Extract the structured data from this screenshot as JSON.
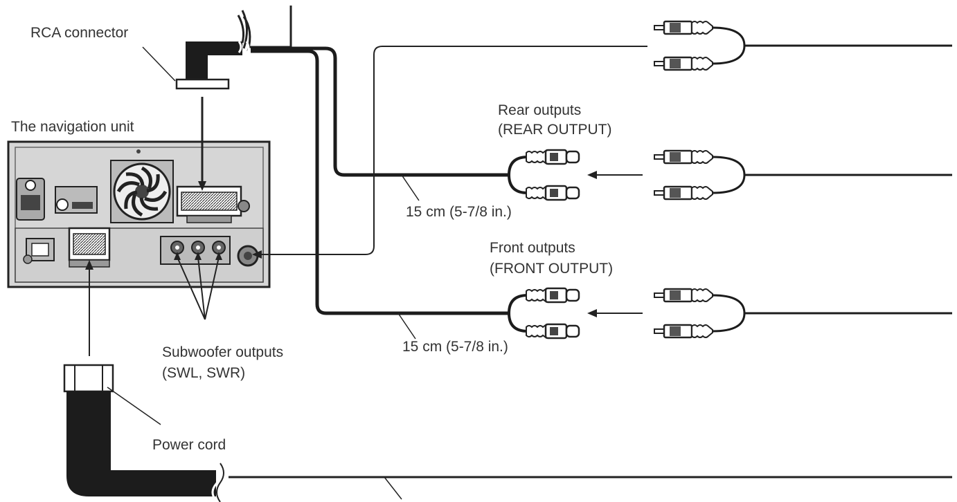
{
  "labels": {
    "rca_connector": "RCA connector",
    "navigation_unit": "The navigation unit",
    "rear_outputs": "Rear outputs",
    "rear_outputs_code": "(REAR OUTPUT)",
    "rear_cable_length": "15 cm (5-7/8 in.)",
    "front_outputs": "Front outputs",
    "front_outputs_code": "(FRONT OUTPUT)",
    "front_cable_length": "15 cm (5-7/8 in.)",
    "subwoofer_outputs": "Subwoofer outputs",
    "subwoofer_outputs_code": "(SWL, SWR)",
    "power_cord": "Power cord"
  }
}
